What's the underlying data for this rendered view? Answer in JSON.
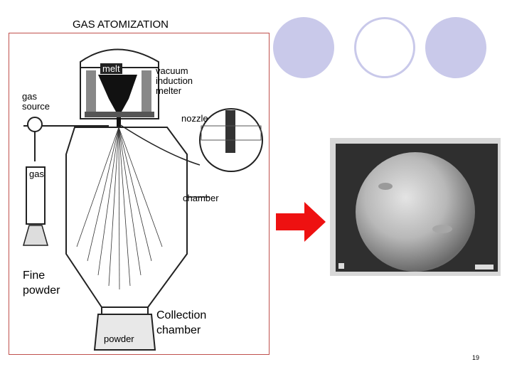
{
  "slide": {
    "title": "GAS ATOMIZATION",
    "page_number": "19"
  },
  "diagram": {
    "labels": {
      "melt": "melt",
      "vacuum_induction_melter": [
        "vacuum",
        "induction",
        "melter"
      ],
      "gas_source": [
        "gas",
        "source"
      ],
      "nozzle": "nozzle",
      "gas": "gas",
      "chamber": "chamber",
      "powder": "powder"
    }
  },
  "annotations": {
    "fine_powder": [
      "Fine",
      "powder"
    ],
    "collection_chamber": [
      "Collection",
      "chamber"
    ]
  },
  "colors": {
    "accent_circle": "#c9c9ea",
    "arrow": "#ee1111",
    "frame_border": "#c0504d"
  }
}
